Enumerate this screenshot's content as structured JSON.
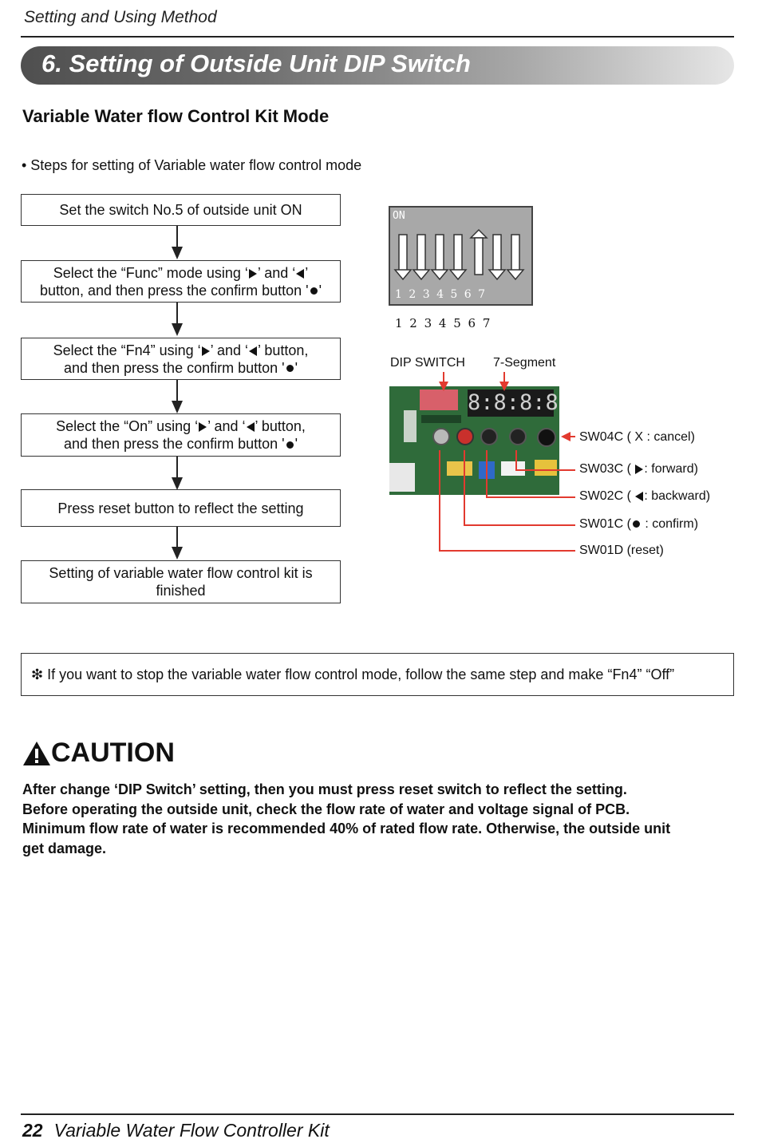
{
  "header": {
    "section": "Setting and Using Method"
  },
  "banner": {
    "title": "6. Setting of Outside Unit DIP Switch"
  },
  "subtitle": "Variable Water flow Control Kit Mode",
  "steps_intro": "• Steps for setting of Variable water flow control mode",
  "flow": {
    "step1": "Set the switch No.5 of outside unit ON",
    "step2_a": "Select the “Func” mode using ‘",
    "step2_b": "’ and ‘",
    "step2_c": "’",
    "step2_d": "button, and then press the confirm button '",
    "step2_e": "'",
    "step3_a": "Select the “Fn4” using ‘",
    "step3_b": "’ and ‘",
    "step3_c": "’ button,",
    "step3_d": "and then press the confirm button '",
    "step3_e": "'",
    "step4_a": "Select the “On” using ‘",
    "step4_b": "’ and ‘",
    "step4_c": "’ button,",
    "step4_d": "and then press the confirm button '",
    "step4_e": "'",
    "step5": "Press reset button to reflect the setting",
    "step6_a": "Setting of variable water flow control kit is",
    "step6_b": "finished"
  },
  "dip": {
    "on_label": "ON",
    "numbers_inner": "1 2 3 4 5 6 7",
    "numbers_outer": "1 2 3 4 5 6 7",
    "switch_states": [
      "off",
      "off",
      "off",
      "off",
      "on",
      "off",
      "off"
    ]
  },
  "pcb_labels": {
    "dip_switch": "DIP SWITCH",
    "seven_segment": "7-Segment",
    "segment_display": "8:8:8:8",
    "sw04c": "SW04C  ( X : cancel)",
    "sw03c_a": "SW03C (",
    "sw03c_b": ": forward)",
    "sw02c_a": "SW02C (",
    "sw02c_b": ": backward)",
    "sw01c_a": "SW01C (",
    "sw01c_b": " : confirm)",
    "sw01d": "SW01D (reset)"
  },
  "note": "❇ If you want to stop the variable water flow control mode, follow the same step and make “Fn4” “Off”",
  "caution": {
    "title": "CAUTION",
    "line1": "After change ‘DIP Switch’ setting, then you must press reset switch to reflect the setting.",
    "line2": "Before operating the outside unit, check the flow rate of water and voltage signal of PCB.",
    "line3": "Minimum flow rate of water is recommended 40% of rated flow rate. Otherwise, the outside unit",
    "line4": "get damage."
  },
  "footer": {
    "page": "22",
    "title": "Variable Water Flow Controller Kit"
  },
  "colors": {
    "accent_red": "#e23a2f",
    "banner_dark": "#4f4f4f",
    "pcb_green": "#2f6b3a"
  }
}
